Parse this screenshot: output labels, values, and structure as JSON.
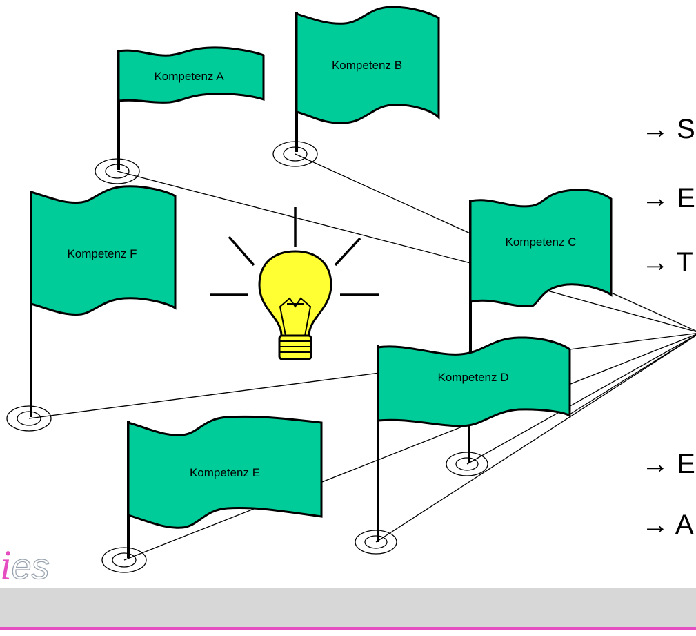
{
  "colors": {
    "flag_fill": "#00cc99",
    "bulb_fill": "#ffff33",
    "accent_pink": "#e44ec0",
    "footer_bar": "#d7d7d7"
  },
  "flags": [
    {
      "id": "a",
      "label": "Kompetenz A"
    },
    {
      "id": "b",
      "label": "Kompetenz B"
    },
    {
      "id": "c",
      "label": "Kompetenz C"
    },
    {
      "id": "d",
      "label": "Kompetenz D"
    },
    {
      "id": "e",
      "label": "Kompetenz E"
    },
    {
      "id": "f",
      "label": "Kompetenz F"
    }
  ],
  "arrow_items": [
    {
      "arrow": "→",
      "text": "S"
    },
    {
      "arrow": "→",
      "text": "E"
    },
    {
      "arrow": "→",
      "text": "T"
    },
    {
      "arrow": "→",
      "text": "E"
    },
    {
      "arrow": "→",
      "text": "A"
    }
  ],
  "logo": {
    "first": "i",
    "rest": "es"
  }
}
